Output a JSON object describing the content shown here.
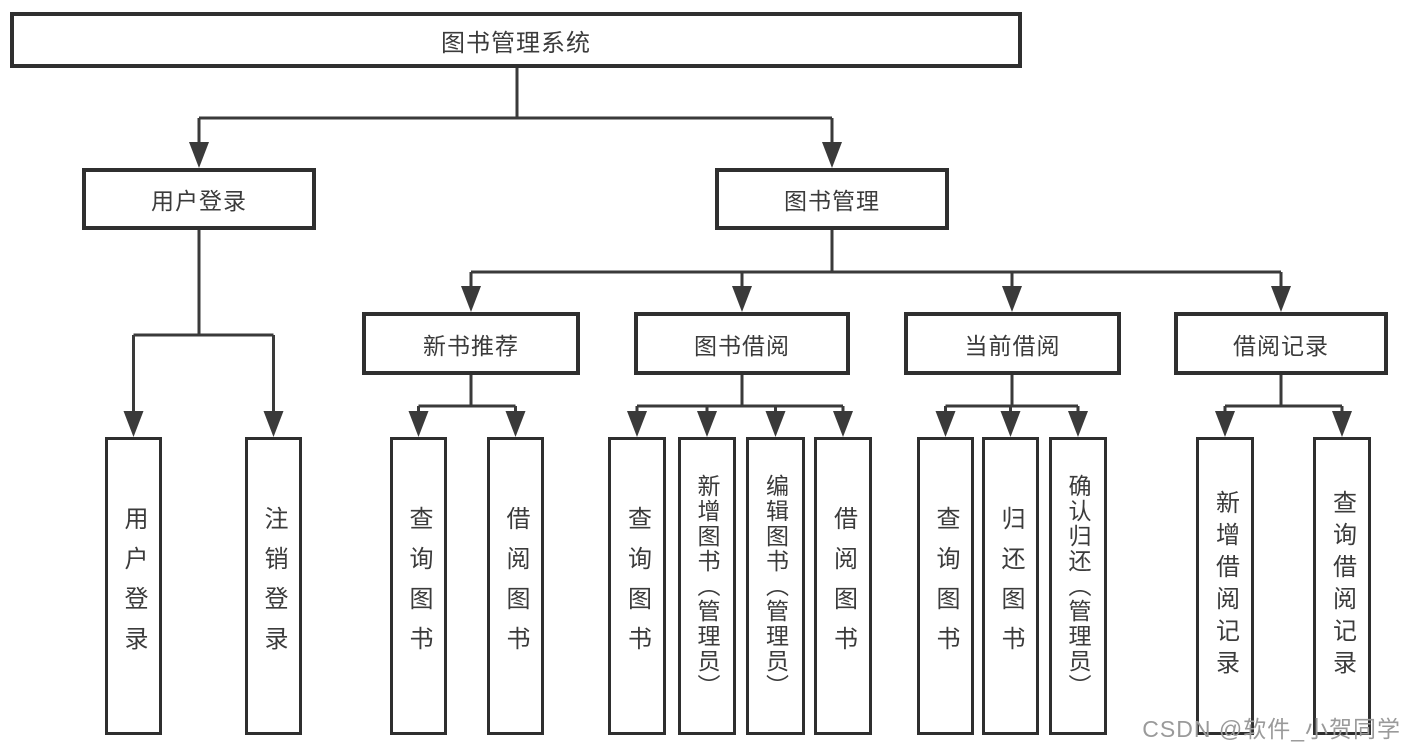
{
  "diagram": {
    "root": {
      "label": "图书管理系统"
    },
    "branches": [
      {
        "label": "用户登录",
        "children": [
          {
            "label": "用户登录"
          },
          {
            "label": "注销登录"
          }
        ]
      },
      {
        "label": "图书管理",
        "children": [
          {
            "label": "新书推荐",
            "children": [
              {
                "label": "查询图书"
              },
              {
                "label": "借阅图书"
              }
            ]
          },
          {
            "label": "图书借阅",
            "children": [
              {
                "label": "查询图书"
              },
              {
                "label": "新增图书（管理员）"
              },
              {
                "label": "编辑图书（管理员）"
              },
              {
                "label": "借阅图书"
              }
            ]
          },
          {
            "label": "当前借阅",
            "children": [
              {
                "label": "查询图书"
              },
              {
                "label": "归还图书"
              },
              {
                "label": "确认归还（管理员）"
              }
            ]
          },
          {
            "label": "借阅记录",
            "children": [
              {
                "label": "新增借阅记录"
              },
              {
                "label": "查询借阅记录"
              }
            ]
          }
        ]
      }
    ]
  },
  "watermark": {
    "text": "CSDN @软件_小贺同学"
  },
  "colors": {
    "line": "#3a3a3a",
    "box_border": "#2f2f2f",
    "text": "#3b3b3b",
    "watermark": "#9a9a9a",
    "background": "#ffffff"
  }
}
